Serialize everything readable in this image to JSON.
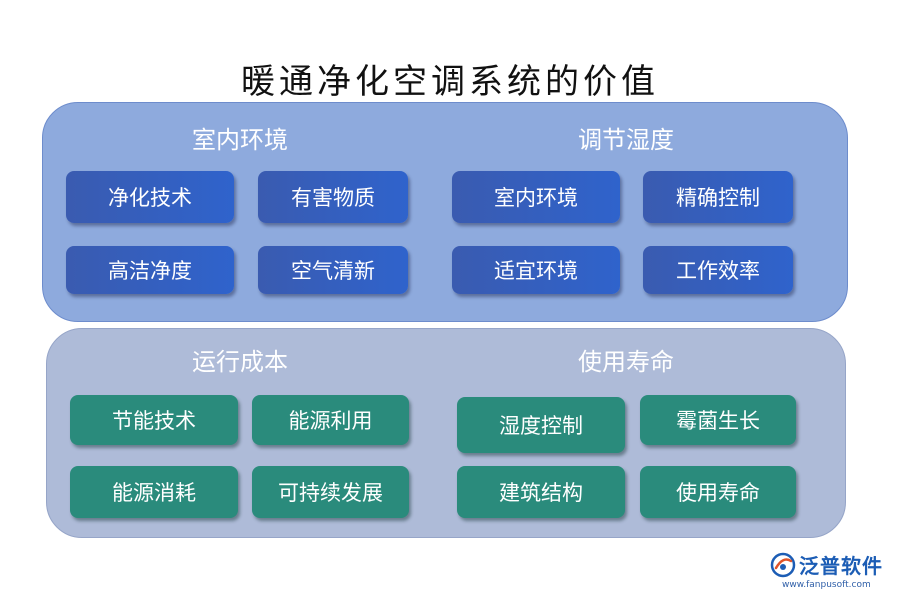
{
  "title": "暖通净化空调系统的价值",
  "top_left": {
    "heading": "室内环境",
    "items": [
      "净化技术",
      "有害物质",
      "高洁净度",
      "空气清新"
    ]
  },
  "top_right": {
    "heading": "调节湿度",
    "items": [
      "室内环境",
      "精确控制",
      "适宜环境",
      "工作效率"
    ]
  },
  "bottom_left": {
    "heading": "运行成本",
    "items": [
      "节能技术",
      "能源利用",
      "能源消耗",
      "可持续发展"
    ]
  },
  "bottom_right": {
    "heading": "使用寿命",
    "items": [
      "湿度控制",
      "霉菌生长",
      "建筑结构",
      "使用寿命"
    ]
  },
  "logo": {
    "name": "泛普软件",
    "url": "www.fanpusoft.com",
    "icon": "fanpu-logo-icon"
  },
  "colors": {
    "top_panel": "#8eaadd",
    "bottom_panel": "#aebbd8",
    "blue_box": "#2f5fc0",
    "teal_box": "#2a8b7c"
  }
}
